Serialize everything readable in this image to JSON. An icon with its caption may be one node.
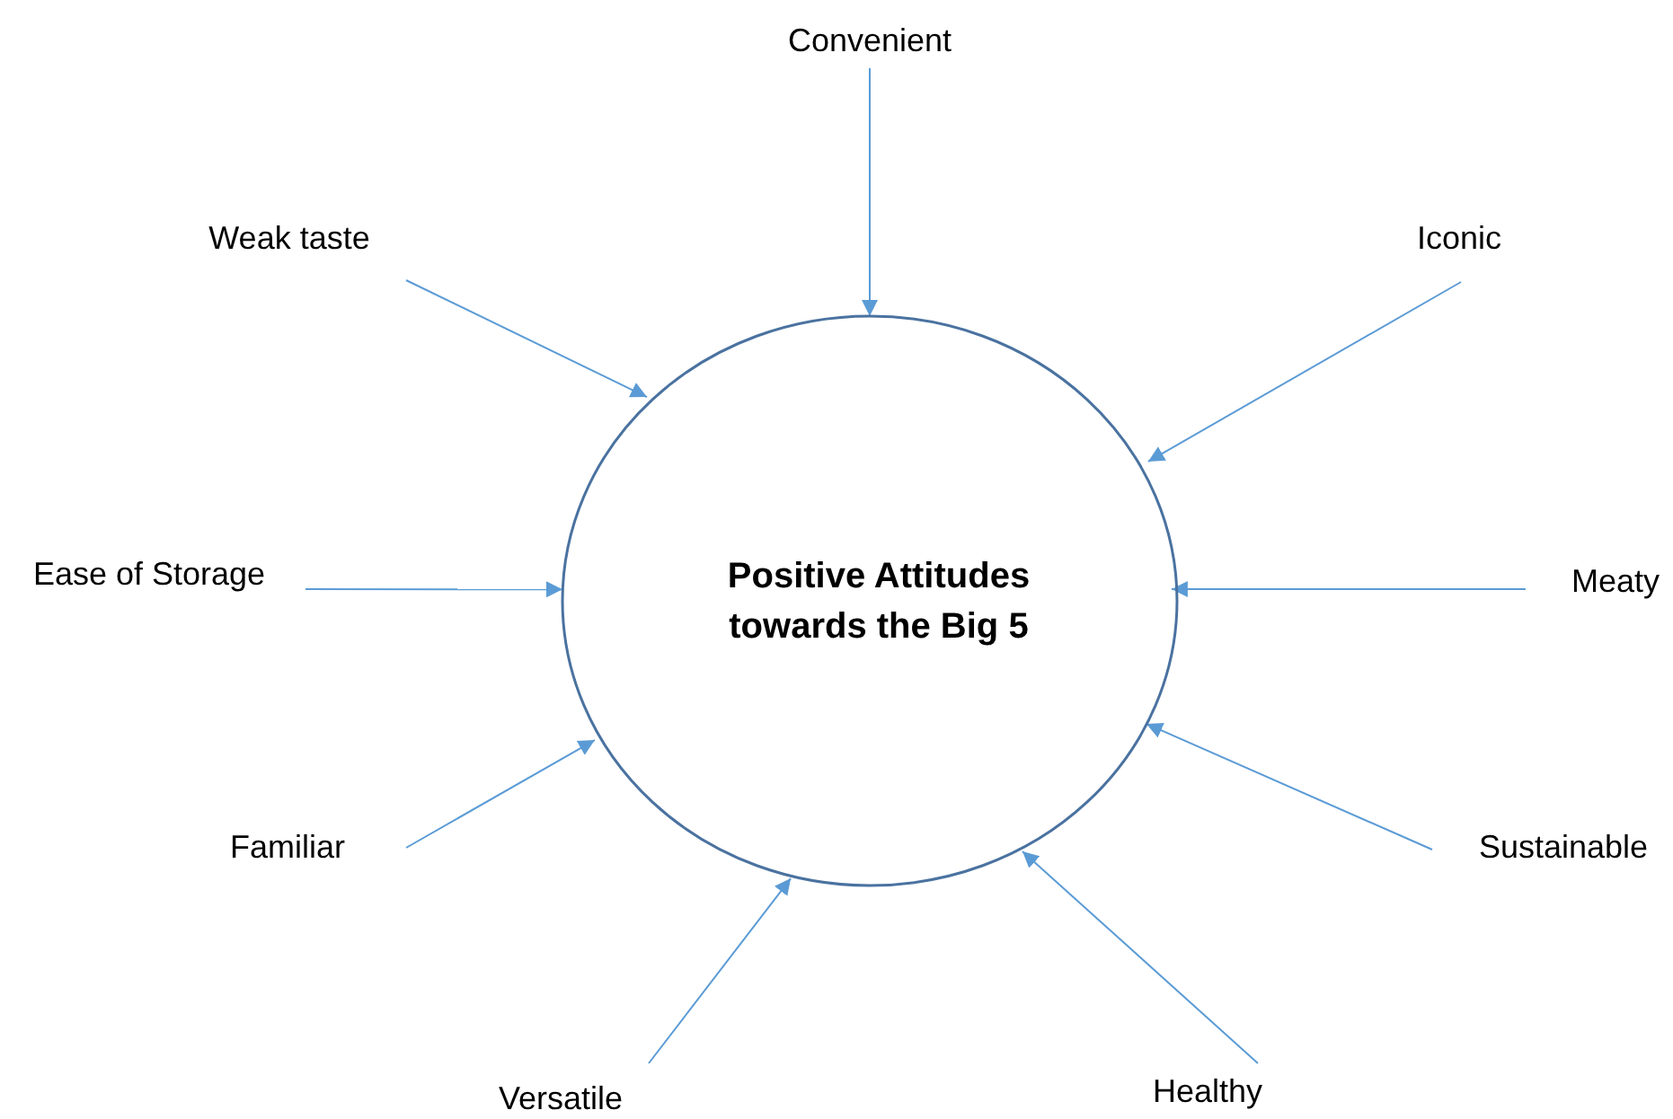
{
  "diagram": {
    "nodes": [
      {
        "text": [
          "Positive Attitudes towards the Big 5"
        ]
      },
      {
        "text": [
          "Convenient"
        ]
      },
      {
        "text": [
          "Weak taste"
        ]
      },
      {
        "text": [
          "Iconic"
        ]
      },
      {
        "text": [
          "Ease of Storage"
        ]
      },
      {
        "text": [
          "Meaty"
        ]
      },
      {
        "text": [
          "Familiar"
        ]
      },
      {
        "text": [
          "Sustainable"
        ]
      },
      {
        "text": [
          "Versatile"
        ]
      },
      {
        "text": [
          "Healthy"
        ]
      }
    ],
    "edges": [
      {
        "from": 1,
        "to": 0,
        "arrow": "to"
      },
      {
        "from": 2,
        "to": 0,
        "arrow": "to"
      },
      {
        "from": 3,
        "to": 0,
        "arrow": "to"
      },
      {
        "from": 4,
        "to": 0,
        "arrow": "to"
      },
      {
        "from": 5,
        "to": 0,
        "arrow": "to"
      },
      {
        "from": 6,
        "to": 0,
        "arrow": "to"
      },
      {
        "from": 7,
        "to": 0,
        "arrow": "to"
      },
      {
        "from": 8,
        "to": 0,
        "arrow": "to"
      },
      {
        "from": 9,
        "to": 0,
        "arrow": "to"
      }
    ]
  }
}
